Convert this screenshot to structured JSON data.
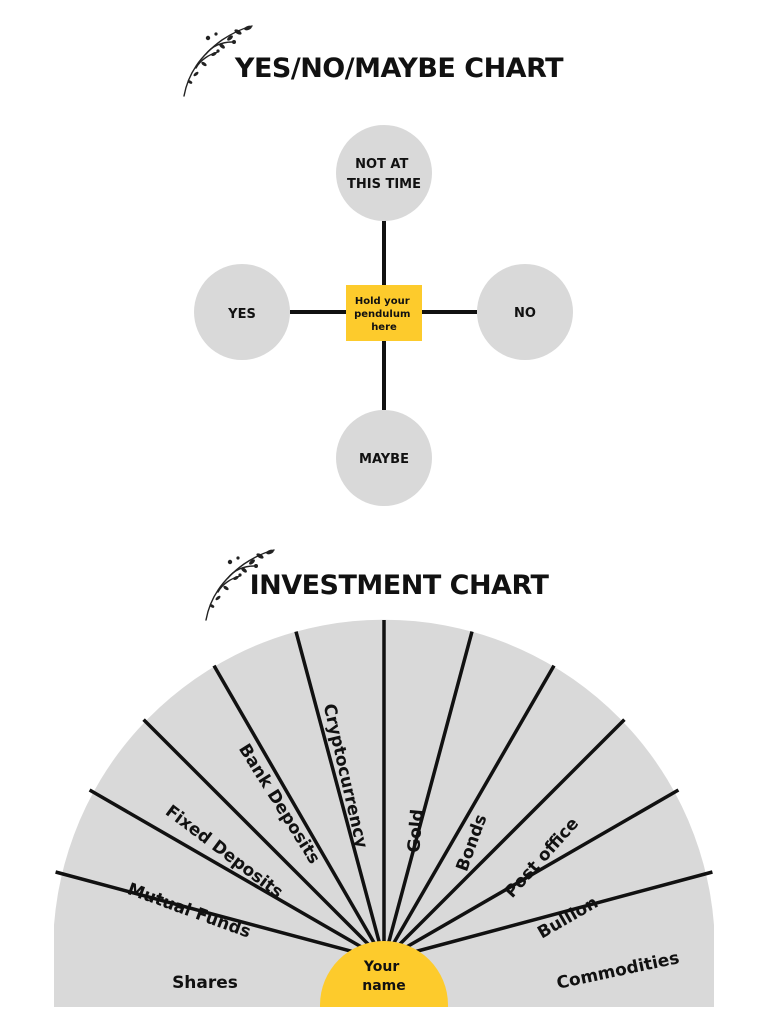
{
  "yes_no_chart": {
    "title": "YES/NO/MAYBE CHART",
    "center_label": [
      "Hold your",
      "pendulum",
      "here"
    ],
    "top_label": [
      "NOT AT",
      "THIS TIME"
    ],
    "left_label": "YES",
    "right_label": "NO",
    "bottom_label": "MAYBE"
  },
  "investment_chart": {
    "title": "INVESTMENT CHART",
    "center_label": [
      "Your",
      "name"
    ],
    "segments": [
      "Shares",
      "Mutual Funds",
      "Fixed Deposits",
      "Bank Deposits",
      "Cryptocurrency",
      "Gold",
      "Bonds",
      "Post office",
      "Bullion",
      "Commodities"
    ]
  },
  "colors": {
    "circle_fill": "#d9d9d9",
    "accent_yellow": "#fdcb2c",
    "line": "#111111"
  }
}
